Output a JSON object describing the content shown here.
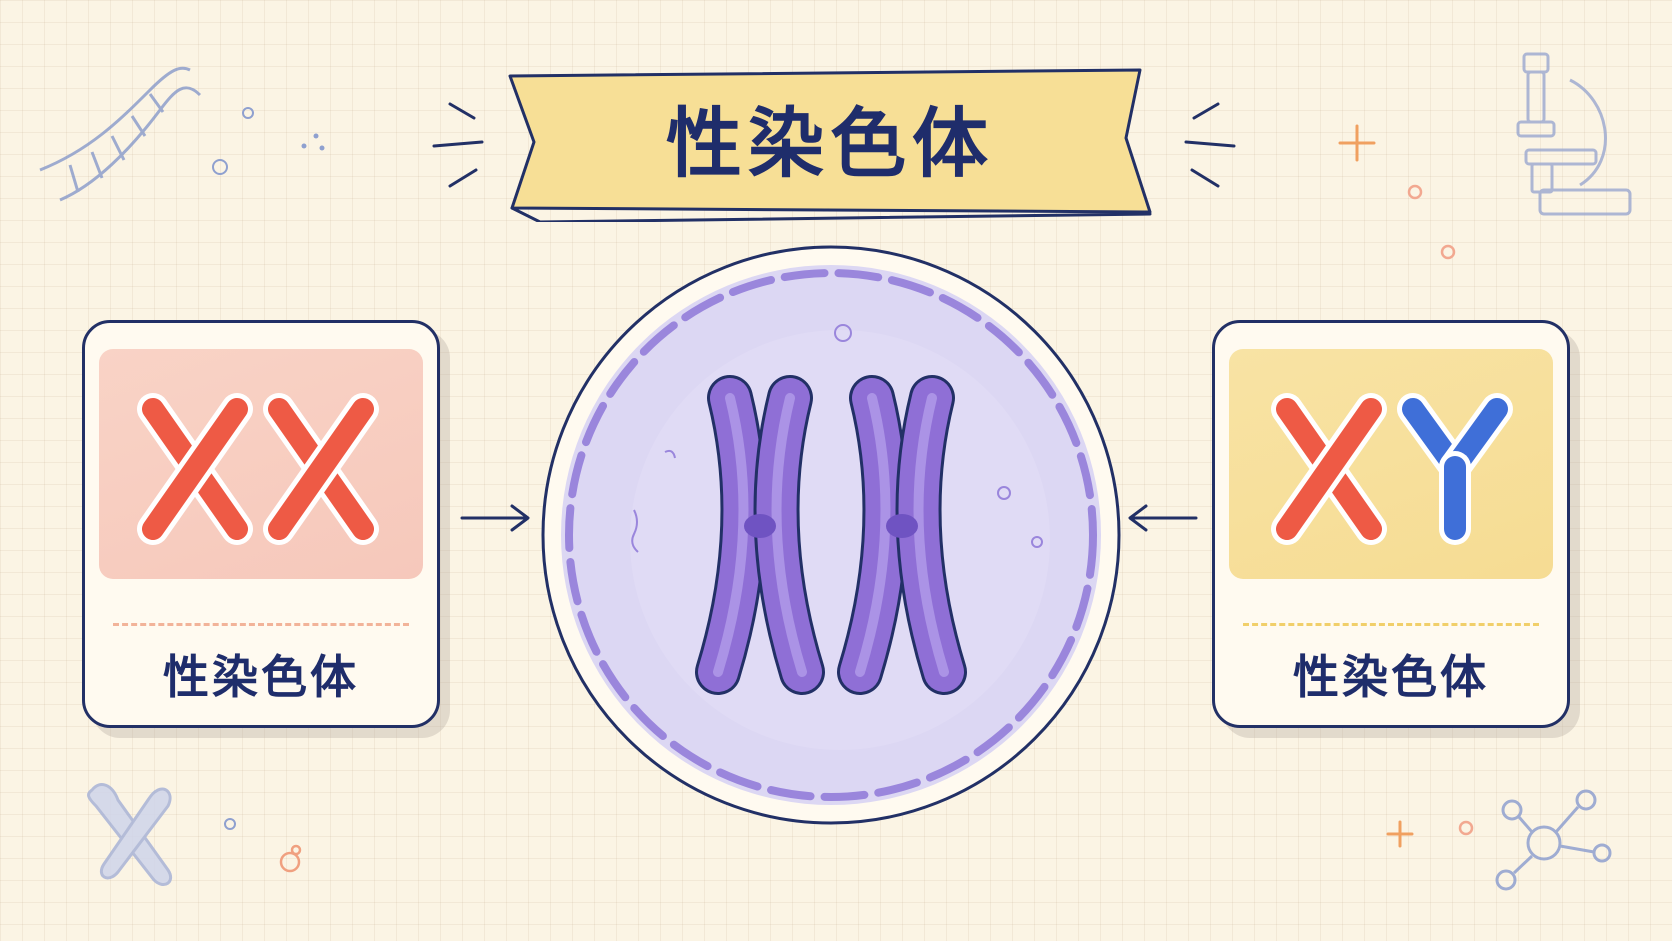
{
  "title": "性染色体",
  "left_card": {
    "letters": [
      "X",
      "X"
    ],
    "label": "性染色体"
  },
  "center_cell": {
    "letters": [
      "X",
      "X"
    ]
  },
  "right_card": {
    "letters": [
      "X",
      "Y"
    ],
    "label": "性染色体"
  },
  "colors": {
    "ink": "#1f2d6b",
    "x_red": "#ee5a45",
    "y_blue": "#3f6fd8",
    "chromosome_purple": "#8f6fd6",
    "cell_fill": "#dcd7f3",
    "banner_yellow": "#f7df96",
    "card_pink": "#f8cfc1",
    "card_yellow": "#f7e0a0"
  }
}
